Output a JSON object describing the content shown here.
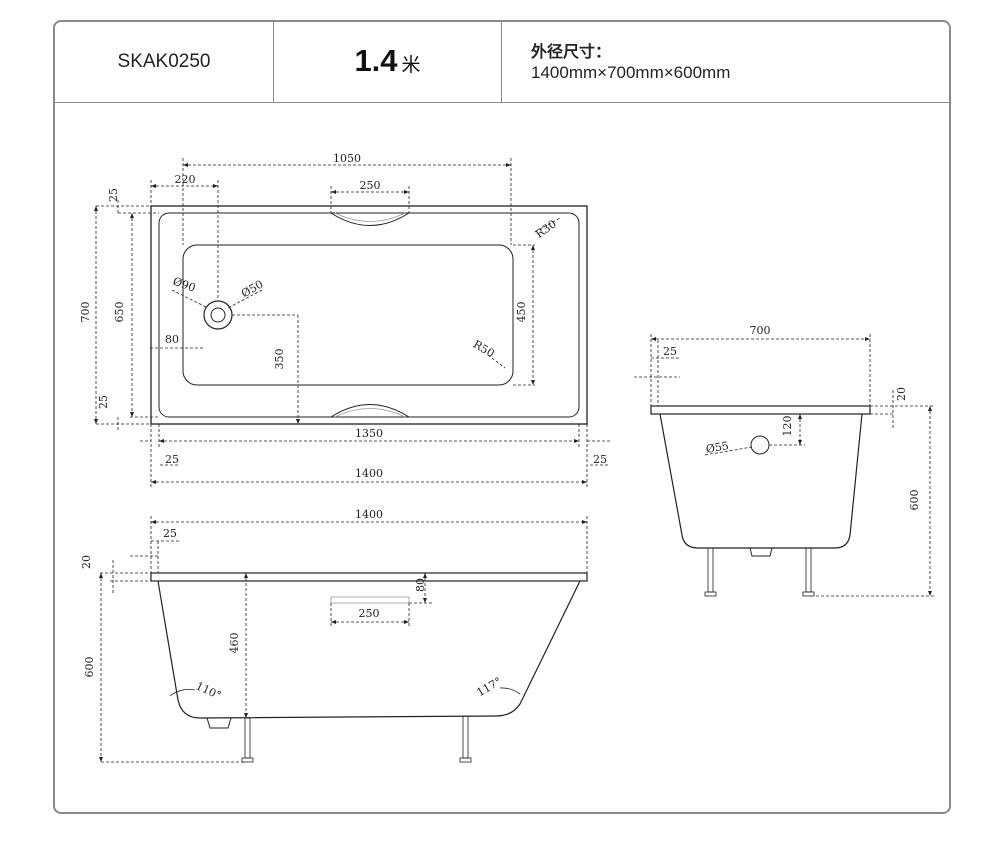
{
  "header": {
    "model": "SKAK0250",
    "length_number": "1.4",
    "length_unit": "米",
    "dimensions_label": "外径尺寸：",
    "dimensions_value": "1400mm×700mm×600mm"
  },
  "top_view": {
    "labels": {
      "d1050": "1050",
      "d220": "220",
      "d250": "250",
      "d25a": "25",
      "d700": "700",
      "d650": "650",
      "d25b": "25",
      "r30": "R30",
      "o90": "Ø90",
      "o50": "Ø50",
      "d80": "80",
      "d350": "350",
      "d450": "450",
      "r50": "R50",
      "d1350": "1350",
      "d25c": "25",
      "d25d": "25",
      "d1400": "1400"
    }
  },
  "side_view": {
    "labels": {
      "d700": "700",
      "d25": "25",
      "d20": "20",
      "d120": "120",
      "o55": "Ø55",
      "d600": "600"
    }
  },
  "front_view": {
    "labels": {
      "d1400": "1400",
      "d25": "25",
      "d20": "20",
      "d80": "80",
      "d250": "250",
      "d460": "460",
      "d600": "600",
      "a110": "110°",
      "a117": "117°"
    }
  }
}
